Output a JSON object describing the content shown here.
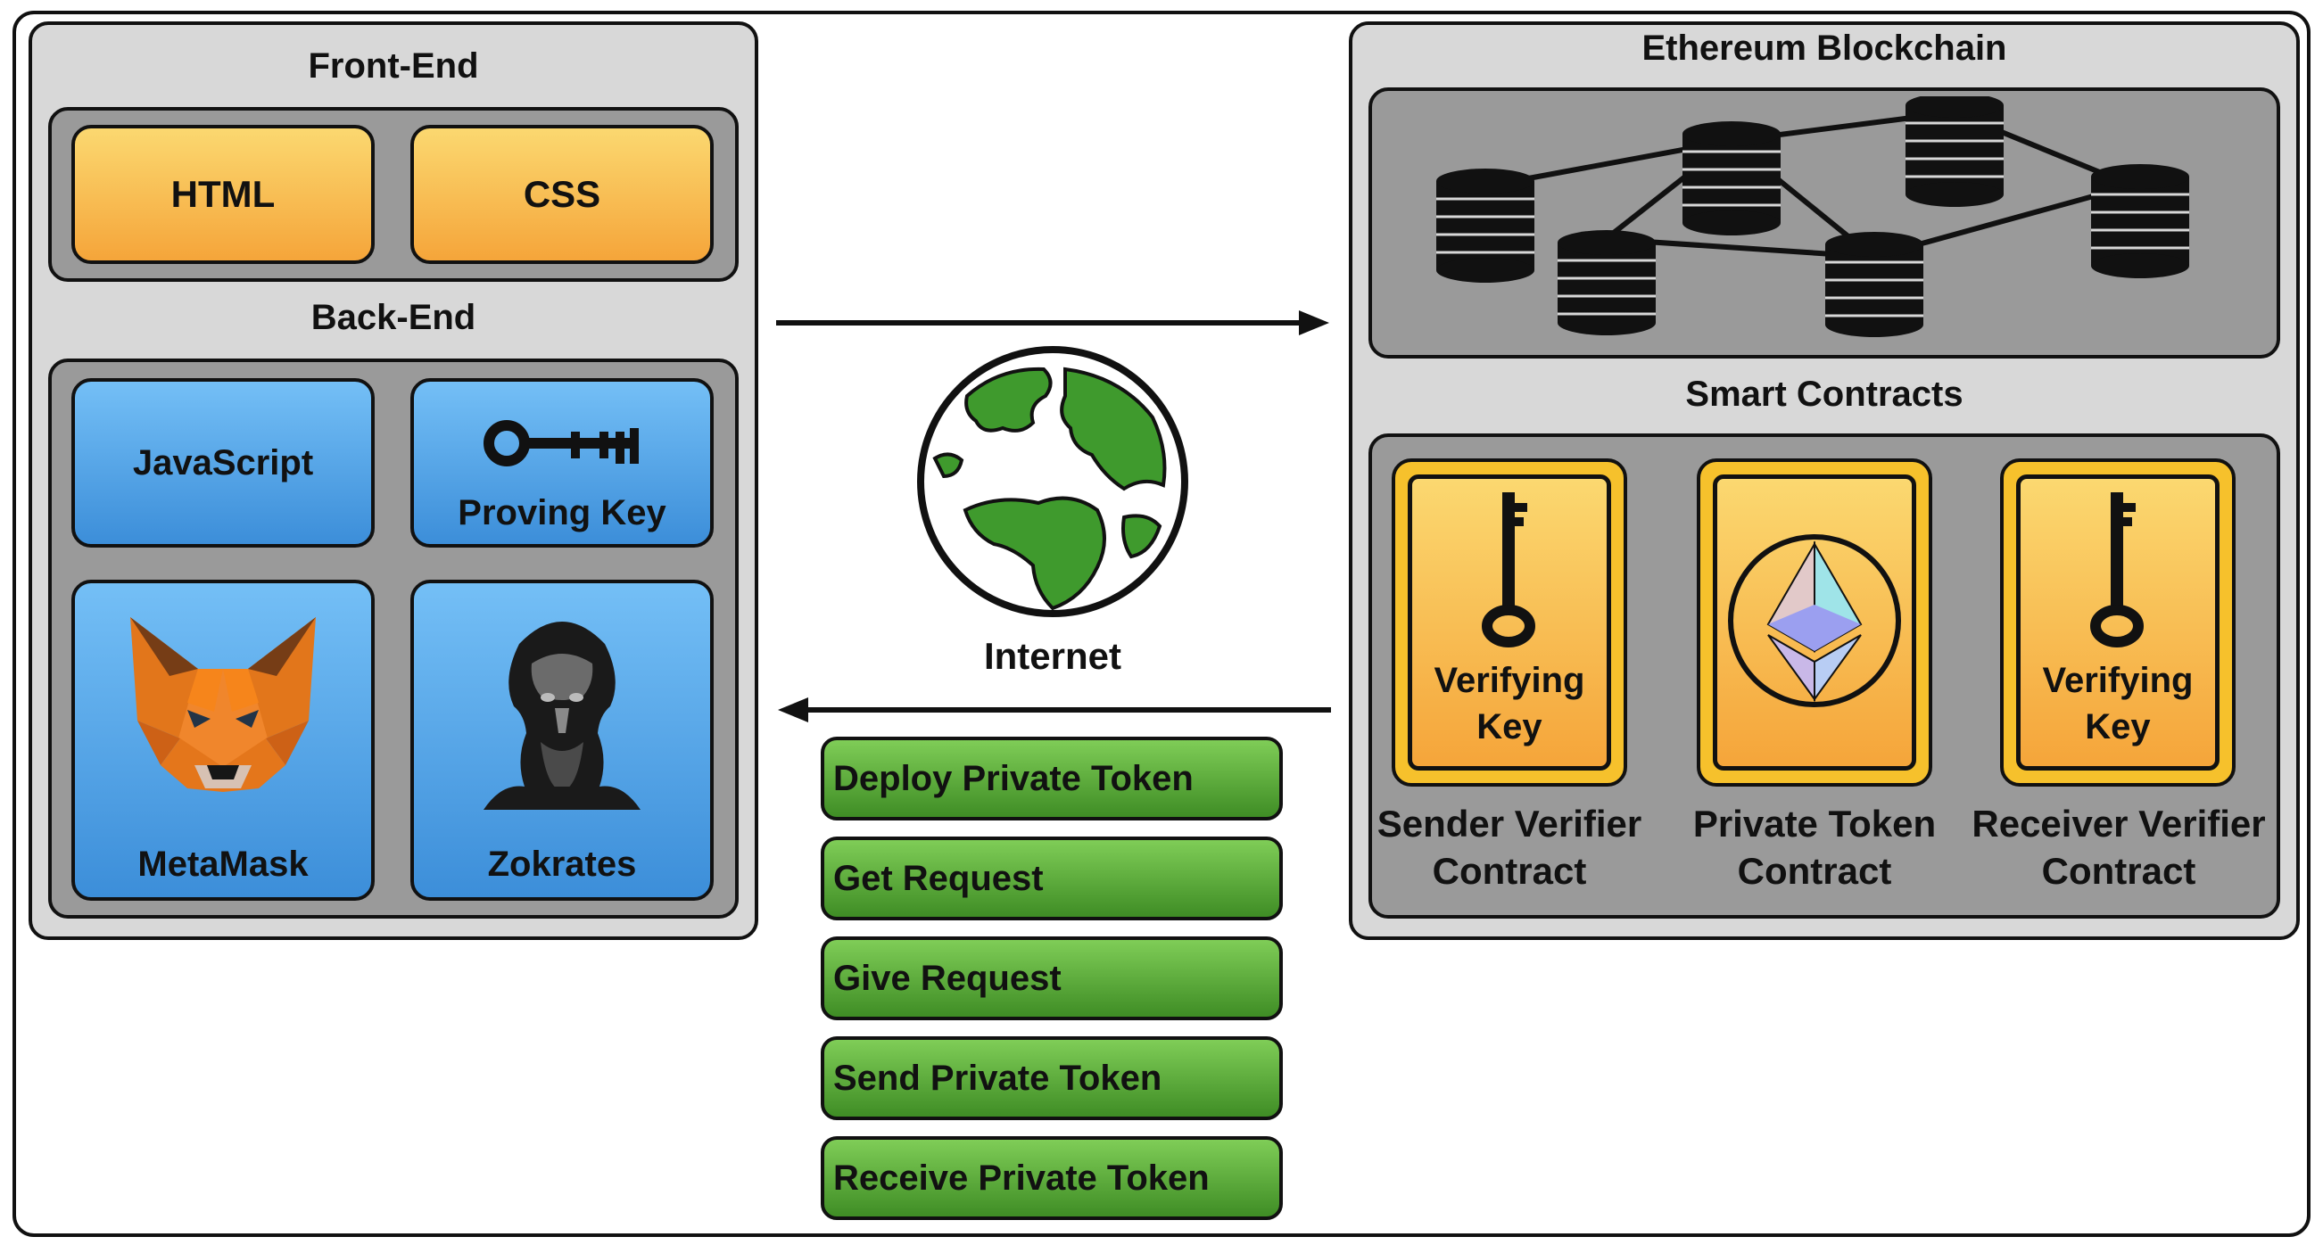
{
  "frontend": {
    "title": "Front-End",
    "html_label": "HTML",
    "css_label": "CSS"
  },
  "backend": {
    "title": "Back-End",
    "javascript_label": "JavaScript",
    "proving_key_label": "Proving Key",
    "metamask_label": "MetaMask",
    "zokrates_label": "Zokrates"
  },
  "internet": {
    "label": "Internet"
  },
  "actions": [
    "Deploy Private Token",
    "Get Request",
    "Give Request",
    "Send Private Token",
    "Receive Private Token"
  ],
  "blockchain": {
    "title": "Ethereum Blockchain",
    "smart_contracts_title": "Smart Contracts",
    "contracts": [
      {
        "card_label_1": "Verifying",
        "card_label_2": "Key",
        "caption_1": "Sender Verifier",
        "caption_2": "Contract",
        "icon": "key-icon"
      },
      {
        "caption_1": "Private Token",
        "caption_2": "Contract",
        "icon": "ethereum-icon"
      },
      {
        "card_label_1": "Verifying",
        "card_label_2": "Key",
        "caption_1": "Receiver Verifier",
        "caption_2": "Contract",
        "icon": "key-icon"
      }
    ]
  },
  "colors": {
    "orange_tile": "#f5a53a",
    "blue_tile": "#3c8ed9",
    "green_button": "#3f8d25",
    "globe_land": "#3f9a2d"
  }
}
